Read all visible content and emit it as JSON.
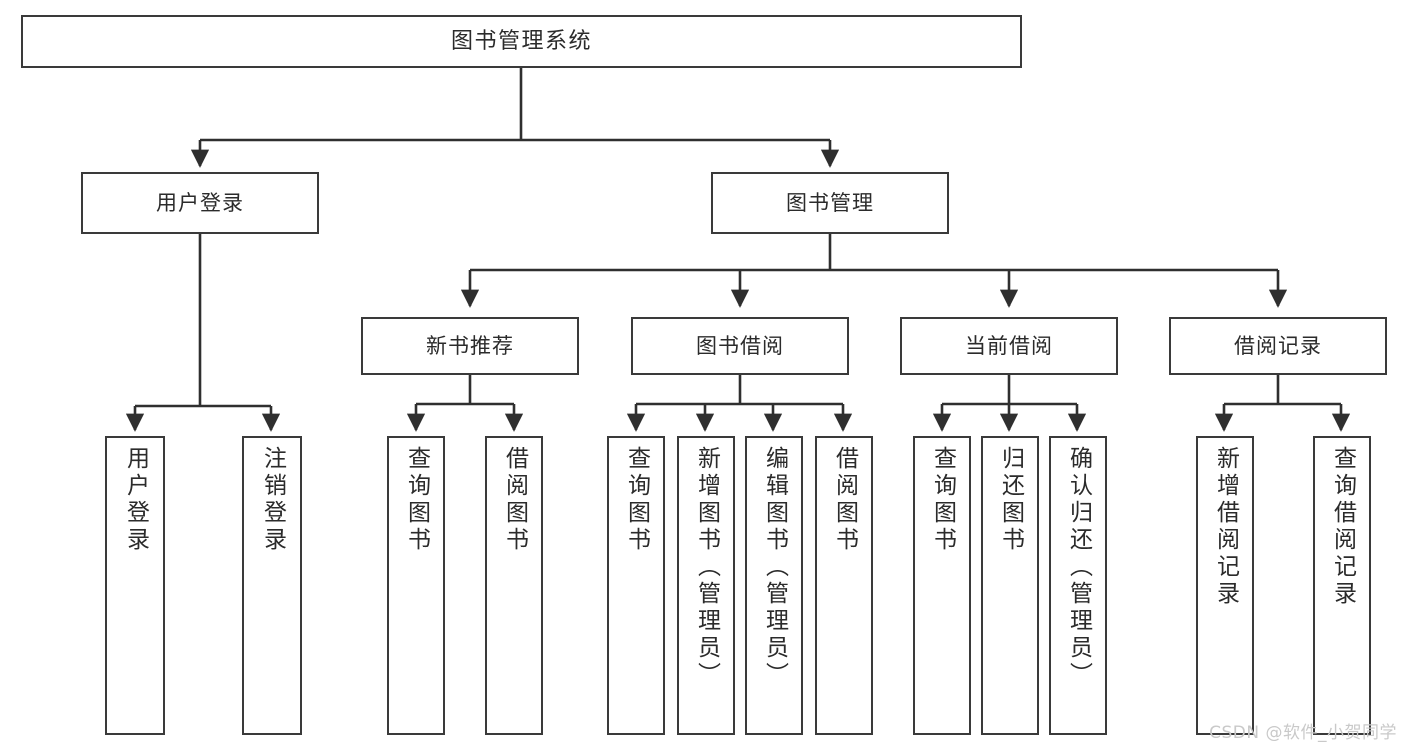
{
  "diagram": {
    "type": "hierarchy-tree",
    "title": "图书管理系统",
    "colors": {
      "box_stroke": "#3a3a3a",
      "box_fill": "#ffffff",
      "edge": "#2f2f2f",
      "background": "#ffffff",
      "watermark": "#c9c9c9"
    },
    "root": {
      "label": "图书管理系统"
    },
    "level2": [
      {
        "label": "用户登录"
      },
      {
        "label": "图书管理"
      }
    ],
    "level3": [
      {
        "label": "新书推荐"
      },
      {
        "label": "图书借阅"
      },
      {
        "label": "当前借阅"
      },
      {
        "label": "借阅记录"
      }
    ],
    "leaves": {
      "user_login": [
        {
          "label": "用户登录"
        },
        {
          "label": "注销登录"
        }
      ],
      "new_book_recommend": [
        {
          "label": "查询图书"
        },
        {
          "label": "借阅图书"
        }
      ],
      "book_borrow": [
        {
          "label": "查询图书"
        },
        {
          "label": "新增图书（管理员）"
        },
        {
          "label": "编辑图书（管理员）"
        },
        {
          "label": "借阅图书"
        }
      ],
      "current_borrow": [
        {
          "label": "查询图书"
        },
        {
          "label": "归还图书"
        },
        {
          "label": "确认归还（管理员）"
        }
      ],
      "borrow_records": [
        {
          "label": "新增借阅记录"
        },
        {
          "label": "查询借阅记录"
        }
      ]
    },
    "watermark": "CSDN @软件_小贺同学"
  }
}
